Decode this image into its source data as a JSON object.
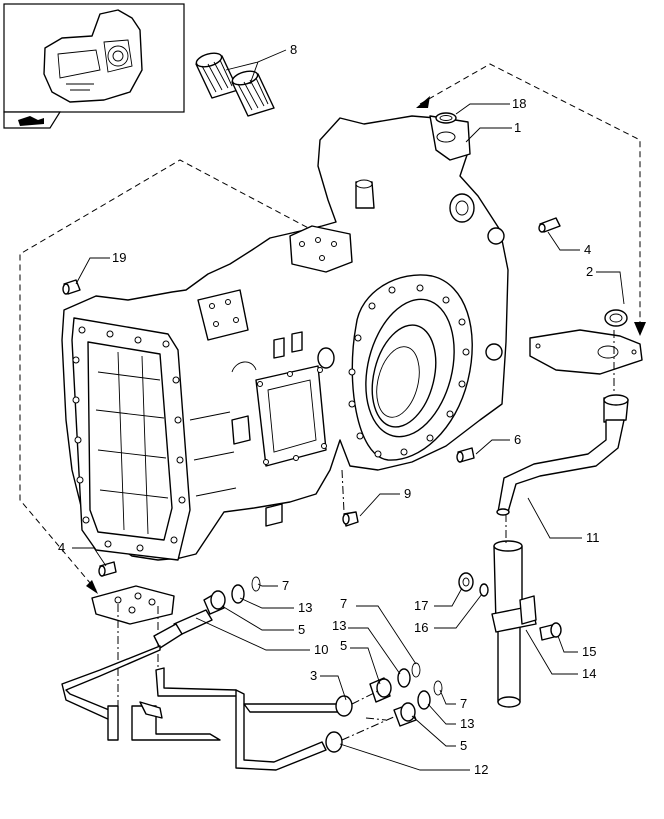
{
  "callouts": [
    {
      "id": "c8",
      "text": "8"
    },
    {
      "id": "c18",
      "text": "18"
    },
    {
      "id": "c1",
      "text": "1"
    },
    {
      "id": "c19",
      "text": "19"
    },
    {
      "id": "c4a",
      "text": "4"
    },
    {
      "id": "c2",
      "text": "2"
    },
    {
      "id": "c6",
      "text": "6"
    },
    {
      "id": "c9",
      "text": "9"
    },
    {
      "id": "c11",
      "text": "11"
    },
    {
      "id": "c4b",
      "text": "4"
    },
    {
      "id": "c7a",
      "text": "7"
    },
    {
      "id": "c13a",
      "text": "13"
    },
    {
      "id": "c5a",
      "text": "5"
    },
    {
      "id": "c10",
      "text": "10"
    },
    {
      "id": "c7b",
      "text": "7"
    },
    {
      "id": "c13b",
      "text": "13"
    },
    {
      "id": "c5b",
      "text": "5"
    },
    {
      "id": "c3",
      "text": "3"
    },
    {
      "id": "c7c",
      "text": "7"
    },
    {
      "id": "c13c",
      "text": "13"
    },
    {
      "id": "c5c",
      "text": "5"
    },
    {
      "id": "c12",
      "text": "12"
    },
    {
      "id": "c17",
      "text": "17"
    },
    {
      "id": "c16",
      "text": "16"
    },
    {
      "id": "c15",
      "text": "15"
    },
    {
      "id": "c14",
      "text": "14"
    }
  ],
  "icons": {
    "thumbnail": "transmission-housing-thumbnail",
    "nav": "hand-pointer-icon"
  }
}
